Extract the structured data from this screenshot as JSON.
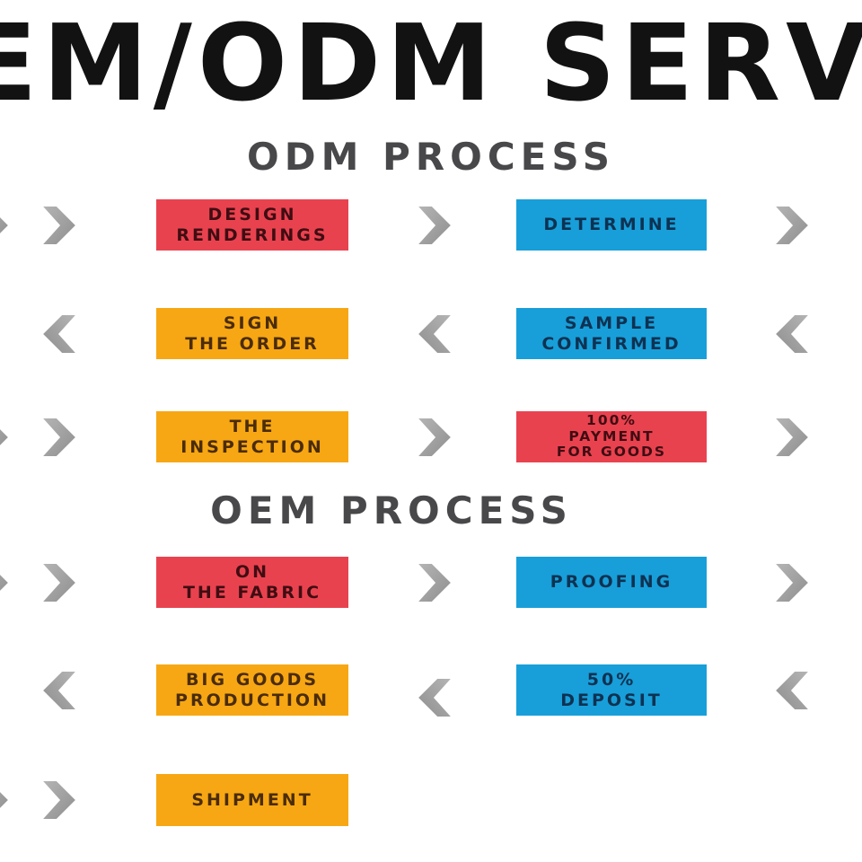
{
  "title": "OEM/ODM SERVICE",
  "sections": [
    {
      "heading": "ODM PROCESS"
    },
    {
      "heading": "OEM PROCESS"
    }
  ],
  "colors": {
    "red": "#e9424f",
    "orange": "#f7a714",
    "blue": "#189fd9",
    "arrow_gray": "#a3a3a3",
    "heading_gray": "#48484a"
  },
  "rows": [
    {
      "direction": "right",
      "boxes": [
        {
          "label": "DESIGN\nRENDERINGS",
          "color": "red"
        },
        {
          "label": "DETERMINE",
          "color": "blue"
        }
      ]
    },
    {
      "direction": "left",
      "boxes": [
        {
          "label": "SIGN\nTHE ORDER",
          "color": "orange"
        },
        {
          "label": "SAMPLE\nCONFIRMED",
          "color": "blue"
        }
      ]
    },
    {
      "direction": "right",
      "boxes": [
        {
          "label": "THE\nINSPECTION",
          "color": "orange"
        },
        {
          "label": "100%\nPAYMENT\nFOR GOODS",
          "color": "red"
        }
      ]
    },
    {
      "direction": "right",
      "boxes": [
        {
          "label": "ON\nTHE FABRIC",
          "color": "red"
        },
        {
          "label": "PROOFING",
          "color": "blue"
        }
      ]
    },
    {
      "direction": "left",
      "boxes": [
        {
          "label": "BIG GOODS\nPRODUCTION",
          "color": "orange"
        },
        {
          "label": "50%\nDEPOSIT",
          "color": "blue"
        }
      ]
    },
    {
      "direction": "right",
      "boxes": [
        {
          "label": "SHIPMENT",
          "color": "orange"
        }
      ]
    }
  ]
}
